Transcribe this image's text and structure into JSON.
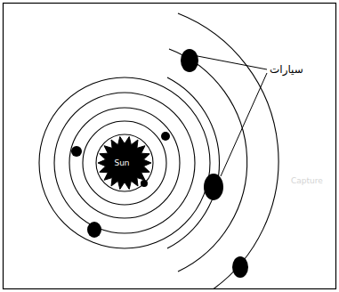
{
  "diagram": {
    "nodes": [
      {
        "text": [
          "Sun"
        ]
      }
    ],
    "labels": [
      "سيارات",
      "Capture"
    ]
  }
}
